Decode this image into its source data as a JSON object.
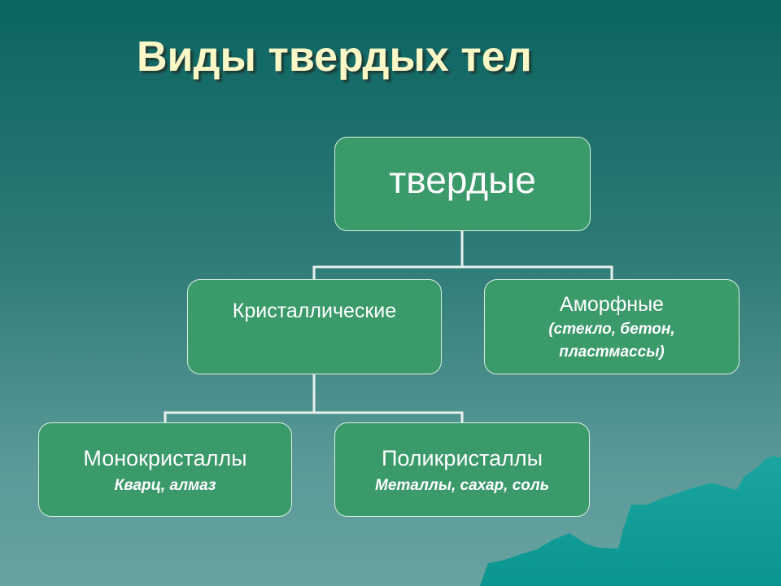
{
  "title": "Виды твердых тел",
  "nodes": {
    "root": {
      "label": "твердые"
    },
    "crystalline": {
      "label": "Кристаллические"
    },
    "amorphous": {
      "label": "Аморфные",
      "examples_line1": "(стекло, бетон,",
      "examples_line2": "пластмассы)"
    },
    "monocrystals": {
      "label": "Монокристаллы",
      "examples": "Кварц, алмаз"
    },
    "polycrystals": {
      "label": "Поликристаллы",
      "examples": "Металлы, сахар, соль"
    }
  },
  "colors": {
    "box": "#3b9a69",
    "title": "#fbf8c8",
    "connector": "#e8f0ee",
    "mountain": "#129a96"
  }
}
